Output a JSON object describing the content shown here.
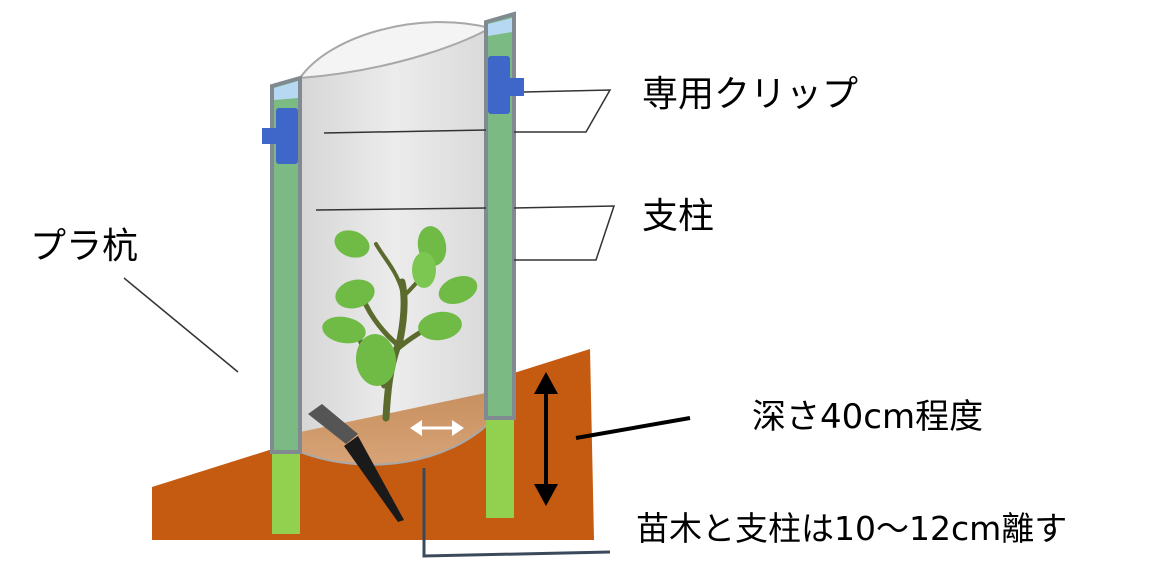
{
  "labels": {
    "clip": "専用クリップ",
    "post": "支柱",
    "stake": "プラ杭",
    "depth": "深さ40cm程度",
    "distance": "苗木と支柱は10〜12cm離す"
  },
  "colors": {
    "soil": "#c55a11",
    "soil_dark": "#a64a0c",
    "soil_inner": "#c8905f",
    "post_fill": "#7cba84",
    "post_edge": "#808a90",
    "post_buried": "#92d050",
    "clip": "#3f67c9",
    "tube": "#e2e2e2",
    "leaf": "#6fbb45",
    "stem": "#5b6b2e",
    "stake": "#1a1a1a"
  }
}
